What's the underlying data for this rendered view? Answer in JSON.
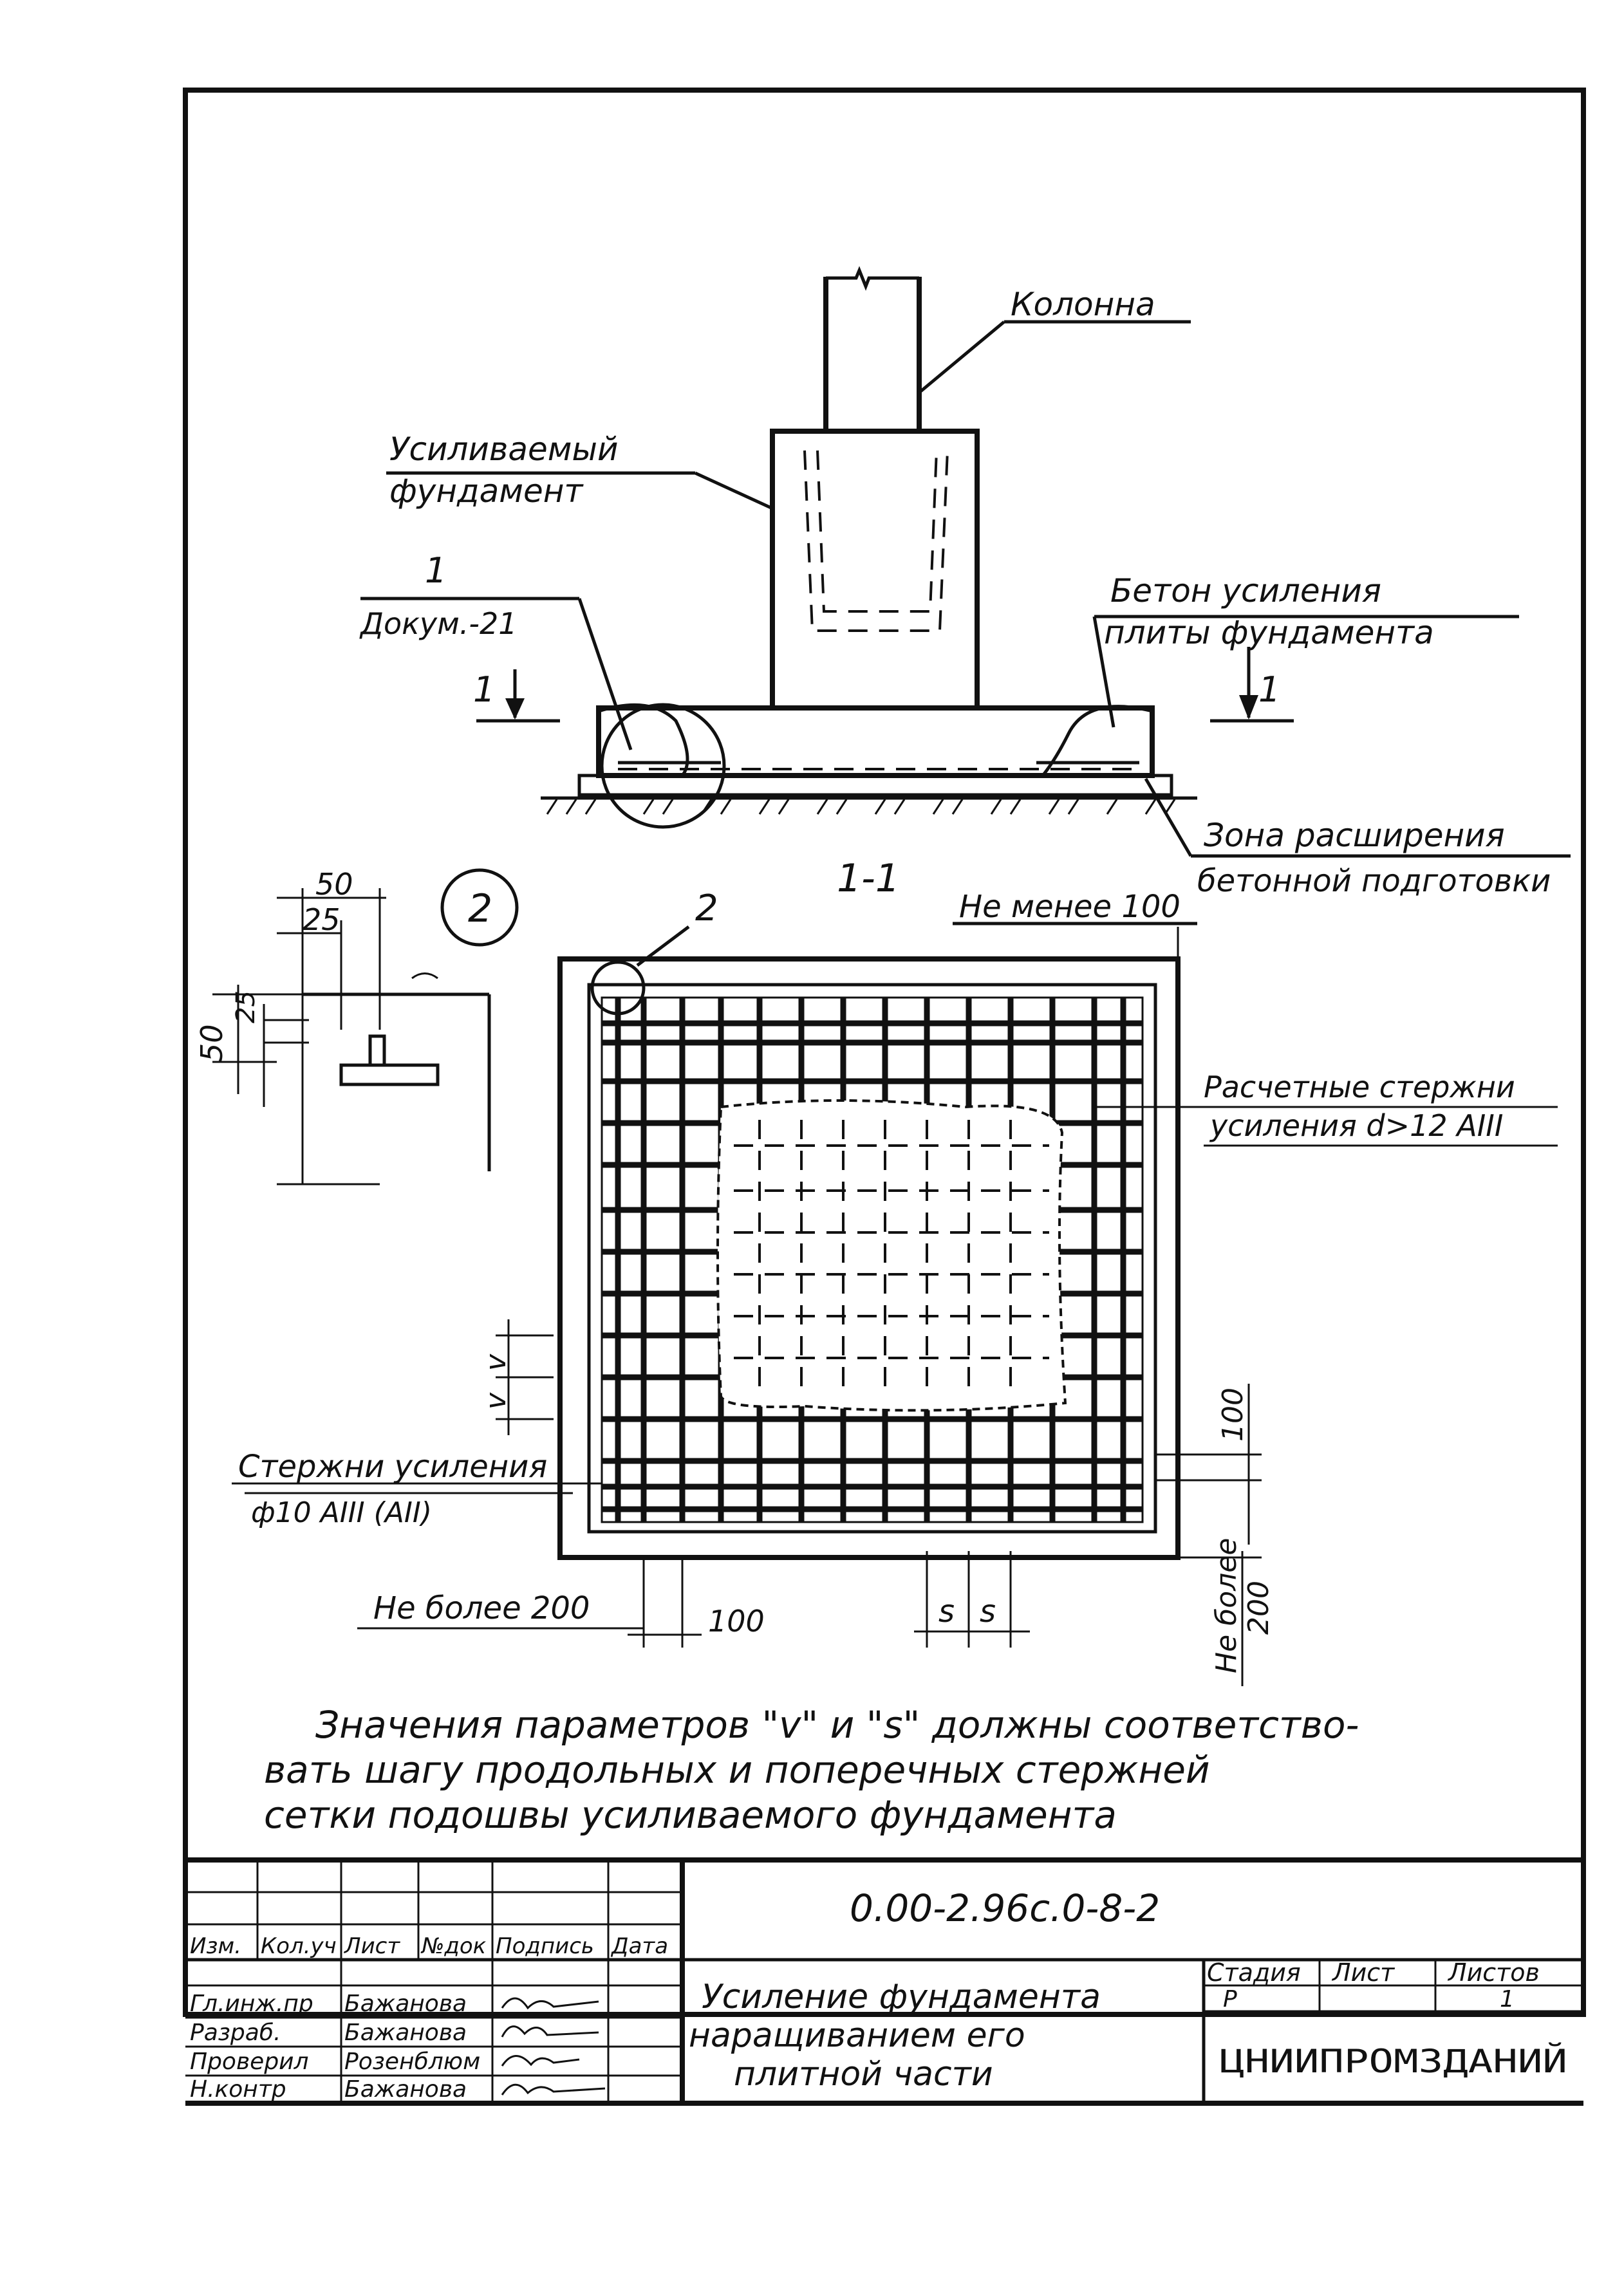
{
  "elevation": {
    "column_label": "Колонна",
    "foundation_label_1": "Усиливаемый",
    "foundation_label_2": "фундамент",
    "concrete_label_1": "Бетон усиления",
    "concrete_label_2": "плиты фундамента",
    "detail_ref_number": "1",
    "detail_ref_doc": "Докум.-21",
    "section_mark_left": "1",
    "section_mark_right": "1",
    "zone_label_1": "Зона расширения",
    "zone_label_2": "бетонной подготовки"
  },
  "detail": {
    "number": "2",
    "dim_50_top": "50",
    "dim_25_top": "25",
    "dim_50_side": "50",
    "dim_25_side": "25"
  },
  "plan": {
    "section_title": "1-1",
    "callout_2": "2",
    "min_label": "Не менее 100",
    "design_bars_1": "Расчетные стержни",
    "design_bars_2": "усиления d>12 AIII",
    "rebar_label_1": "Стержни усиления",
    "rebar_label_2": "ф10 AIII (AII)",
    "param_v": "v",
    "max200_bottom": "Не более 200",
    "dim_100_bottom": "100",
    "dim_s1": "s",
    "dim_s2": "s",
    "dim_100_right": "100",
    "max200_right_1": "Не более",
    "max200_right_2": "200"
  },
  "note": {
    "line1": "Значения параметров \"v\" и \"s\" должны соответство-",
    "line2": "вать шагу продольных и поперечных стержней",
    "line3": "сетки подошвы усиливаемого фундамента"
  },
  "title_block": {
    "doc_code": "0.00-2.96с.0-8-2",
    "col_headers": [
      "Изм.",
      "Кол.уч",
      "Лист",
      "№док",
      "Подпись",
      "Дата"
    ],
    "rows": [
      {
        "role": "Гл.инж.пр",
        "name": "Бажанова"
      },
      {
        "role": "Разраб.",
        "name": "Бажанова"
      },
      {
        "role": "Проверил",
        "name": "Розенблюм"
      },
      {
        "role": "Н.контр",
        "name": "Бажанова"
      }
    ],
    "title_1": "Усиление фундамента",
    "title_2": "наращиванием его",
    "title_3": "плитной части",
    "stage_header": "Стадия",
    "sheet_header": "Лист",
    "sheets_header": "Листов",
    "stage_value": "Р",
    "sheets_value": "1",
    "organization": "ЦНИИПРОМЗДАНИЙ"
  }
}
